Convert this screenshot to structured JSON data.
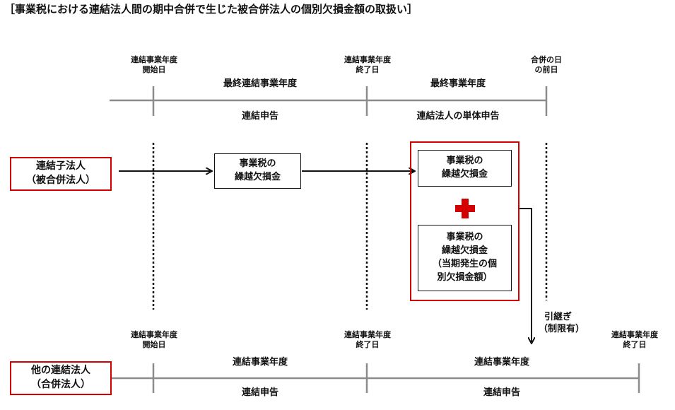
{
  "title": "［事業税における連結法人間の期中合併で生じた被合併法人の個別欠損金額の取扱い］",
  "top_timeline": {
    "start_label": [
      "連結事業年度",
      "開始日"
    ],
    "end_label": [
      "連結事業年度",
      "終了日"
    ],
    "merger_label": [
      "合併の日",
      "の前日"
    ],
    "period1_label": "最終連結事業年度",
    "period1_filing": "連結申告",
    "period2_label": "最終事業年度",
    "period2_filing": "連結法人の単体申告"
  },
  "subsidiary": {
    "name": "連結子法人",
    "role": "（被合併法人）"
  },
  "carryover_box": [
    "事業税の",
    "繰越欠損金"
  ],
  "final_box_top": [
    "事業税の",
    "繰越欠損金"
  ],
  "final_box_bottom": [
    "事業税の",
    "繰越欠損金",
    "（当期発生の個",
    "別欠損金額）"
  ],
  "transfer_label": [
    "引継ぎ",
    "（制限有）"
  ],
  "bottom_timeline": {
    "start_label": [
      "連結事業年度",
      "開始日"
    ],
    "end1_label": [
      "連結事業年度",
      "終了日"
    ],
    "end2_label": [
      "連結事業年度",
      "終了日"
    ],
    "period1_label": "連結事業年度",
    "period1_filing": "連結申告",
    "period2_label": "連結事業年度",
    "period2_filing": "連結申告"
  },
  "other_entity": {
    "name": "他の連結法人",
    "role": "（合併法人）"
  },
  "colors": {
    "accent_red": "#d40000",
    "line_gray": "#8c8c8c",
    "ink": "#111111"
  }
}
